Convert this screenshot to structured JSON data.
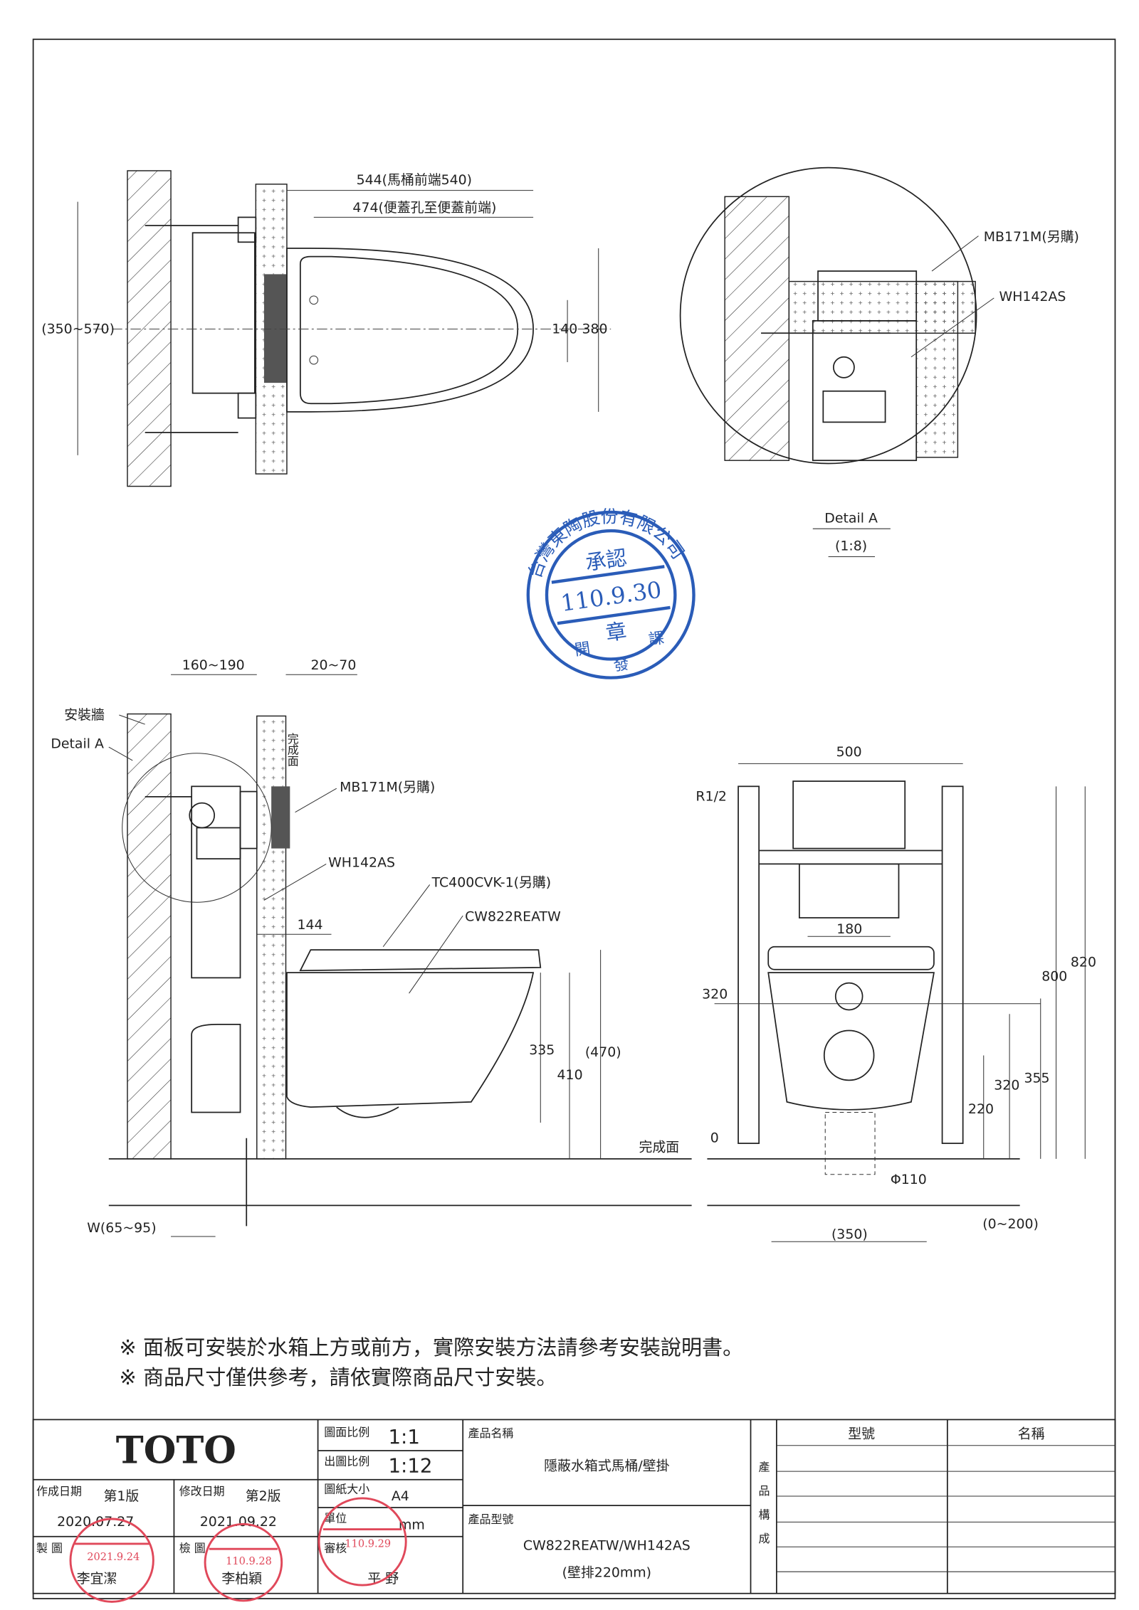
{
  "top_view": {
    "dim_overall": "544(馬桶前端540)",
    "dim_seat": "474(便蓋孔至便蓋前端)",
    "dim_bolt_range": "(350~570)",
    "dim_hole_width": "140",
    "dim_width": "380"
  },
  "detail_a": {
    "label_panel": "MB171M(另購)",
    "label_tank": "WH142AS",
    "title": "Detail A",
    "scale": "(1:8)"
  },
  "stamp": {
    "company": "台灣東陶股份有限公司",
    "approval": "承認",
    "date": "110.9.30",
    "seal": "章",
    "dept_left": "開",
    "dept_mid": "發",
    "dept_right": "課",
    "color": "#2a5cb8"
  },
  "side_view": {
    "dim_wall_gap": "160~190",
    "dim_finish": "20~70",
    "label_wall": "安裝牆",
    "label_detail": "Detail A",
    "label_finish_face": "完成面",
    "label_panel": "MB171M(另購)",
    "label_tank": "WH142AS",
    "label_seat": "TC400CVK-1(另購)",
    "label_bowl": "CW822REATW",
    "dim_144": "144",
    "dim_335": "335",
    "dim_410": "410",
    "dim_470": "(470)",
    "label_floor": "完成面",
    "dim_w": "W(65~95)"
  },
  "front_view": {
    "dim_500": "500",
    "label_r12": "R1/2",
    "dim_180": "180",
    "dim_320_mark": "320",
    "dim_0_mark": "0",
    "dim_800": "800",
    "dim_820": "820",
    "dim_320": "320",
    "dim_355": "355",
    "dim_220": "220",
    "dim_phi110": "Φ110",
    "dim_350": "(350)",
    "dim_0_200": "(0~200)"
  },
  "notes": [
    "※ 面板可安裝於水箱上方或前方，實際安裝方法請參考安裝說明書。",
    "※ 商品尺寸僅供參考，請依實際商品尺寸安裝。"
  ],
  "title_block": {
    "brand": "TOTO",
    "drawing_scale_label": "圖面比例",
    "drawing_scale": "1:1",
    "print_scale_label": "出圖比例",
    "print_scale": "1:12",
    "paper_label": "圖紙大小",
    "paper": "A4",
    "unit_label": "單位",
    "unit": "mm",
    "review_label": "審核",
    "reviewer": "平 野",
    "created_label": "作成日期",
    "created_version": "第1版",
    "created_date": "2020.07.27",
    "modified_label": "修改日期",
    "modified_version": "第2版",
    "modified_date": "2021.09.22",
    "drawn_label": "製 圖",
    "drawn_by": "李宜潔",
    "checked_label": "檢 圖",
    "checked_by": "李柏穎",
    "product_name_label": "產品名稱",
    "product_name": "隱蔽水箱式馬桶/壁掛",
    "product_model_label": "產品型號",
    "product_model": "CW822REATW/WH142AS",
    "product_model_sub": "(壁排220mm)",
    "composition_label": "產品構成",
    "col_model": "型號",
    "col_name": "名稱",
    "stamp_drawn_date": "2021.9.24",
    "stamp_checked_date": "110.9.28",
    "stamp_review_date": "110.9.29",
    "stamp_color": "#e0485a"
  }
}
